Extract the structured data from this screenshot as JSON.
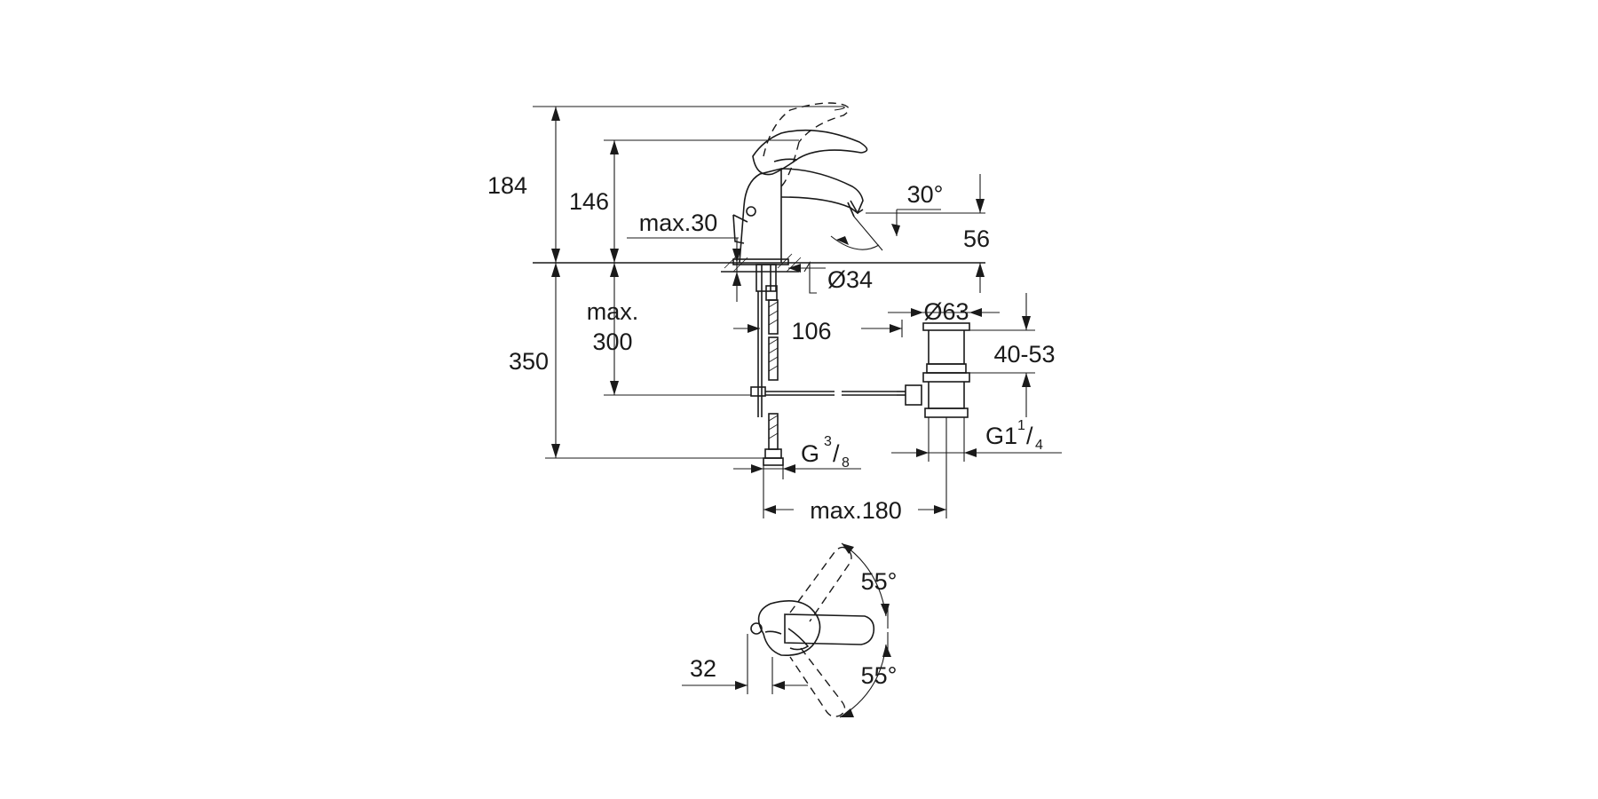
{
  "diagram": {
    "side_view": {
      "dim_total_height": "184",
      "dim_spout_height": "146",
      "dim_max_thickness": "max.30",
      "dim_spout_angle": "30°",
      "dim_outlet_height": "56",
      "dim_hole_diameter": "Ø34",
      "dim_drain_diameter": "Ø63",
      "dim_spout_reach": "106",
      "dim_drain_range": "40-53",
      "dim_below_deck_max_1": "max.",
      "dim_below_deck_max_2": "300",
      "dim_below_deck": "350",
      "thread_supply_main": "G",
      "thread_supply_num": "3",
      "thread_supply_den": "8",
      "thread_drain_main": "G1",
      "thread_drain_num": "1",
      "thread_drain_den": "4",
      "dim_max_distance": "max.180"
    },
    "top_view": {
      "dim_angle_upper": "55°",
      "dim_angle_lower": "55°",
      "dim_lever_offset": "32"
    }
  }
}
